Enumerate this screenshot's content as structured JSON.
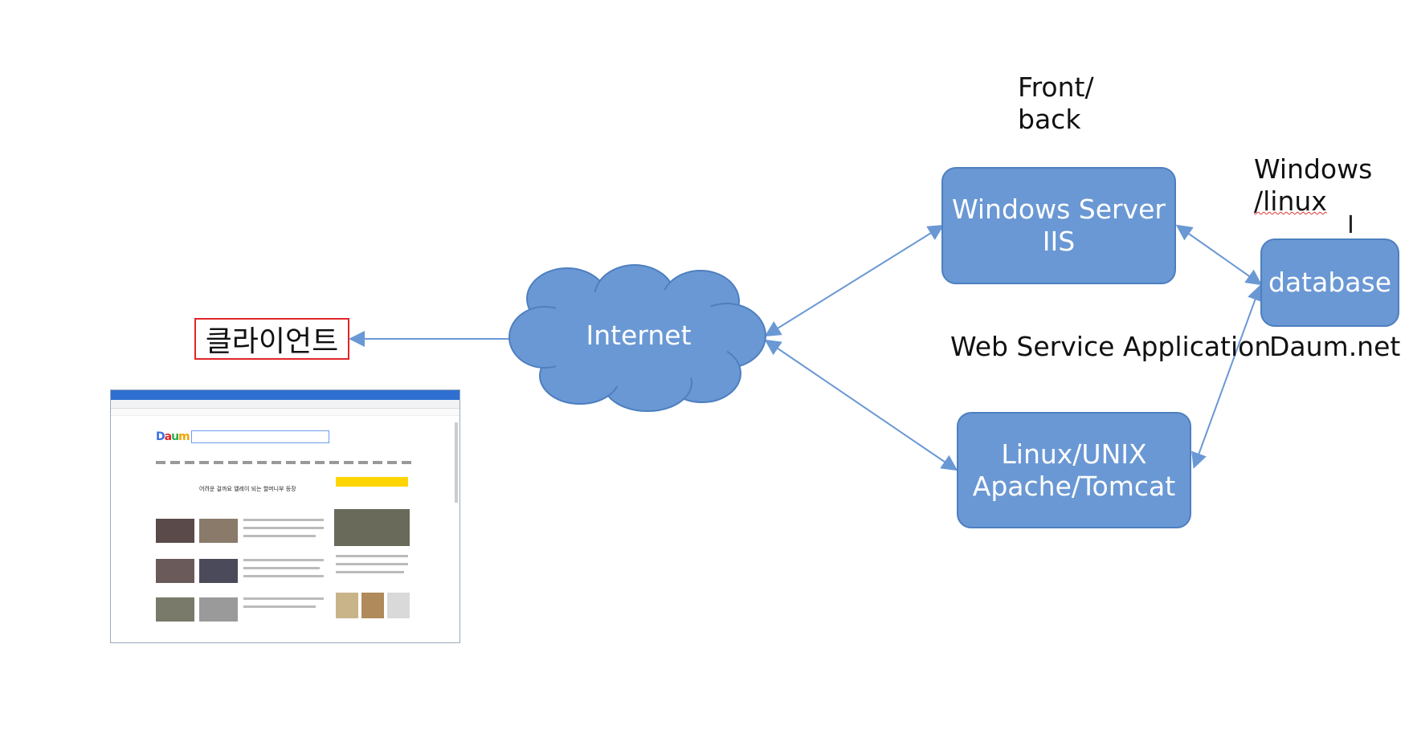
{
  "nodes": {
    "client_label": "클라이언트",
    "internet": "Internet",
    "windows_server": [
      "Windows Server",
      "IIS"
    ],
    "linux_server": [
      "Linux/UNIX",
      "Apache/Tomcat"
    ],
    "database": "database"
  },
  "labels": {
    "front_back": [
      "Front/",
      "back"
    ],
    "windows_linux_1": "Windows",
    "windows_linux_2": "/linux",
    "web_service_application": "Web Service Application",
    "daum_net": "Daum.net"
  },
  "browser_thumbnail": {
    "logo": "Daum",
    "headline": "어려운 걸까요 엘레이 되는 할머니부 등장"
  },
  "colors": {
    "node_fill": "#6a98d4",
    "node_border": "#4d7fbf",
    "arrow": "#6a98d4",
    "client_border": "#e0262b"
  }
}
